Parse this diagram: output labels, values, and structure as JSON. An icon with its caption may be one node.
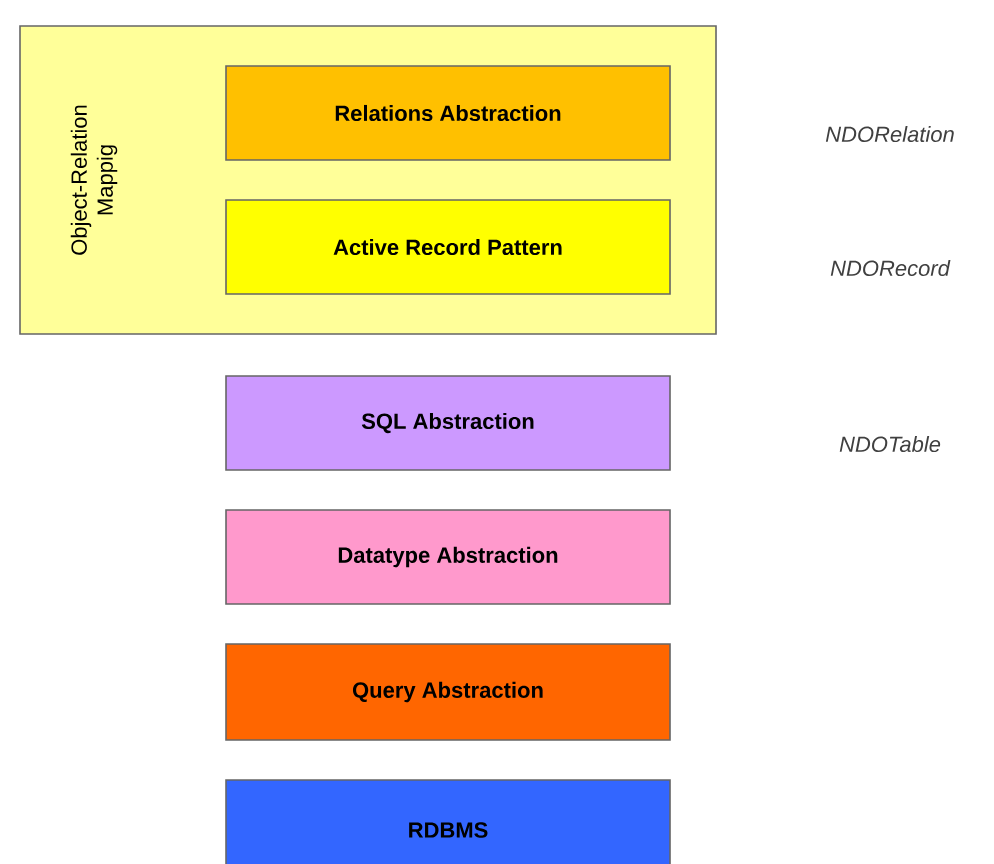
{
  "diagram": {
    "nodes": [
      {
        "text": [
          "Object-Relation Mappig"
        ]
      },
      {
        "text": [
          "Relations Abstraction"
        ],
        "in": 0
      },
      {
        "text": [
          "Active Record Pattern"
        ],
        "in": 0
      },
      {
        "text": [
          "SQL Abstraction"
        ]
      },
      {
        "text": [
          "Datatype Abstraction"
        ]
      },
      {
        "text": [
          "Query Abstraction"
        ]
      },
      {
        "text": [
          "RDBMS"
        ]
      }
    ],
    "labels": [
      "NDORelation",
      "NDORecord",
      "NDOTable"
    ]
  }
}
